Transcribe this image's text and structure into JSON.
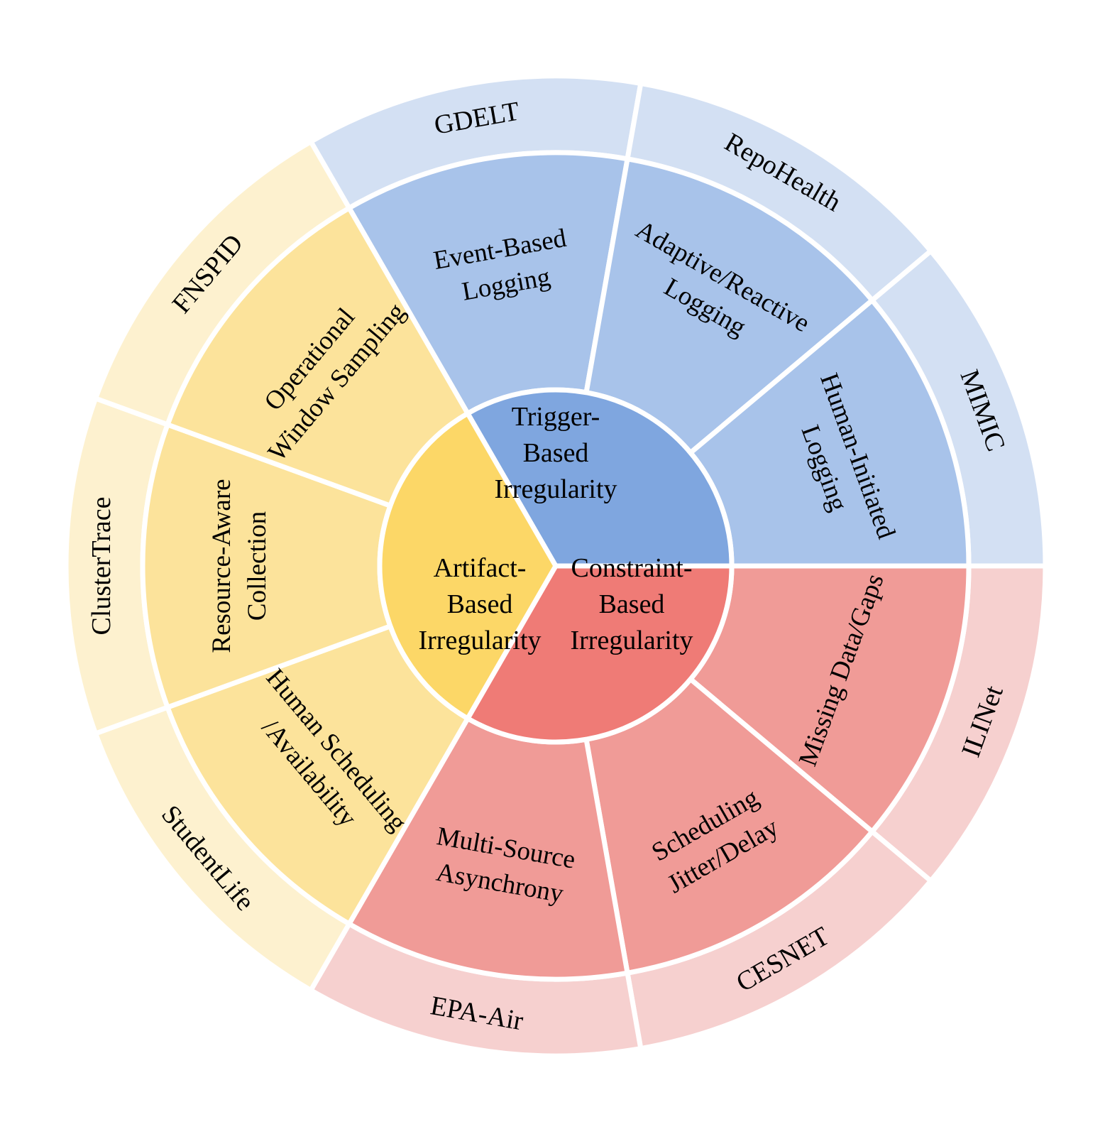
{
  "categories": [
    {
      "name_lines": [
        "Trigger-",
        "Based",
        "Irregularity"
      ],
      "colors": {
        "inner": "#7fa6df",
        "middle": "#a8c3ea",
        "outer": "#d3e0f3"
      },
      "subcategories": [
        {
          "lines": [
            "Event-Based",
            "Logging"
          ],
          "dataset": "GDELT"
        },
        {
          "lines": [
            "Adaptive/Reactive",
            "Logging"
          ],
          "dataset": "RepoHealth"
        },
        {
          "lines": [
            "Human-Initiated",
            "Logging"
          ],
          "dataset": "MIMIC"
        }
      ]
    },
    {
      "name_lines": [
        "Constraint-",
        "Based",
        "Irregularity"
      ],
      "colors": {
        "inner": "#ef7b76",
        "middle": "#f09b97",
        "outer": "#f6d0cf"
      },
      "subcategories": [
        {
          "lines": [
            "Missing Data/Gaps"
          ],
          "dataset": "ILINet"
        },
        {
          "lines": [
            "Scheduling",
            "Jitter/Delay"
          ],
          "dataset": "CESNET"
        },
        {
          "lines": [
            "Multi-Source",
            "Asynchrony"
          ],
          "dataset": "EPA-Air"
        }
      ]
    },
    {
      "name_lines": [
        "Artifact-",
        "Based",
        "Irregularity"
      ],
      "colors": {
        "inner": "#fcd767",
        "middle": "#fce39b",
        "outer": "#fdf1cf"
      },
      "subcategories": [
        {
          "lines": [
            "Human Scheduling",
            "/Availability"
          ],
          "dataset": "StudentLife"
        },
        {
          "lines": [
            "Resource-Aware",
            "Collection"
          ],
          "dataset": "ClusterTrace"
        },
        {
          "lines": [
            "Operational",
            "Window Sampling"
          ],
          "dataset": "FNSPID"
        }
      ]
    }
  ]
}
